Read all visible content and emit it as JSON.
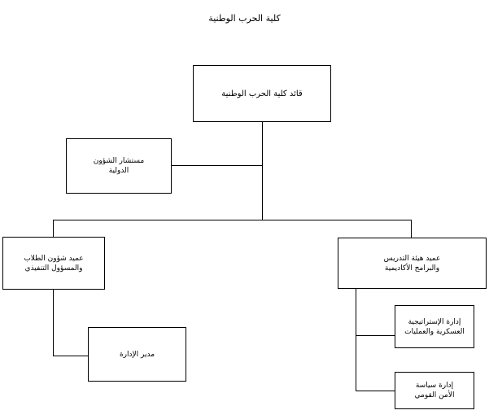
{
  "chart": {
    "title": "كلية الحرب الوطنية",
    "type": "organization-chart",
    "direction": "rtl",
    "background_color": "#ffffff",
    "line_color": "#000000",
    "text_color": "#000000",
    "nodes": {
      "commander": {
        "label": "قائد كلية الحرب الوطنية",
        "level": 1
      },
      "international_affairs_advisor": {
        "label": "مستشار الشؤون\nالدولية",
        "level": 2
      },
      "dean_student_affairs": {
        "label": "عميد شؤون الطلاب\nوالمسؤول التنفيذي",
        "level": 3
      },
      "dean_faculty_academic": {
        "label": "عميد هيئة التدريس\nوالبرامج الأكاديمية",
        "level": 3
      },
      "administration_director": {
        "label": "مدير الإدارة",
        "level": 4
      },
      "military_strategy_operations": {
        "label": "إدارة الإستراتيجية\nالعسكرية والعمليات",
        "level": 4
      },
      "national_security_policy": {
        "label": "إدارة سياسة\nالأمن القومي",
        "level": 4
      }
    },
    "connections": [
      {
        "from": "commander",
        "to": "international_affairs_advisor",
        "style": "staff"
      },
      {
        "from": "commander",
        "to": "dean_student_affairs",
        "style": "line"
      },
      {
        "from": "commander",
        "to": "dean_faculty_academic",
        "style": "line"
      },
      {
        "from": "dean_student_affairs",
        "to": "administration_director",
        "style": "elbow"
      },
      {
        "from": "dean_faculty_academic",
        "to": "military_strategy_operations",
        "style": "elbow"
      },
      {
        "from": "dean_faculty_academic",
        "to": "national_security_policy",
        "style": "elbow"
      }
    ]
  }
}
